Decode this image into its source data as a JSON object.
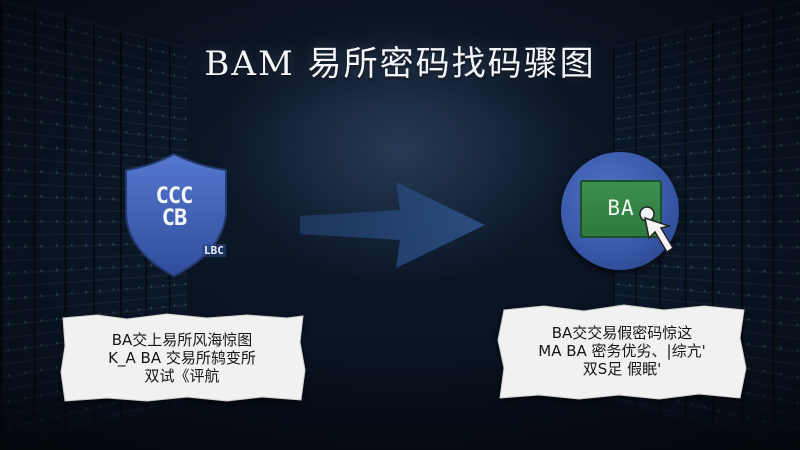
{
  "title": "BAM 易所密码找码骤图",
  "left_icon": {
    "code_text": "CCC\nCB",
    "tag_text": "LBC"
  },
  "right_icon": {
    "card_text": "BA"
  },
  "left_note": {
    "lines": [
      "BA交上易所风海惊图",
      "K_A BA 交易所鸫变所",
      "双试《评航"
    ]
  },
  "right_note": {
    "lines": [
      "BA交交易假密码惊这",
      "MA BA 密务优劣、|综亢'",
      "双S足 假眠'"
    ]
  },
  "colors": {
    "background": "#0b1424",
    "shield_blue": "#3d5fb8",
    "badge_blue": "#3656a6",
    "card_green": "#2f7a3e",
    "arrow_blue": "#2a4a78",
    "note_paper": "#f2f2f2"
  }
}
